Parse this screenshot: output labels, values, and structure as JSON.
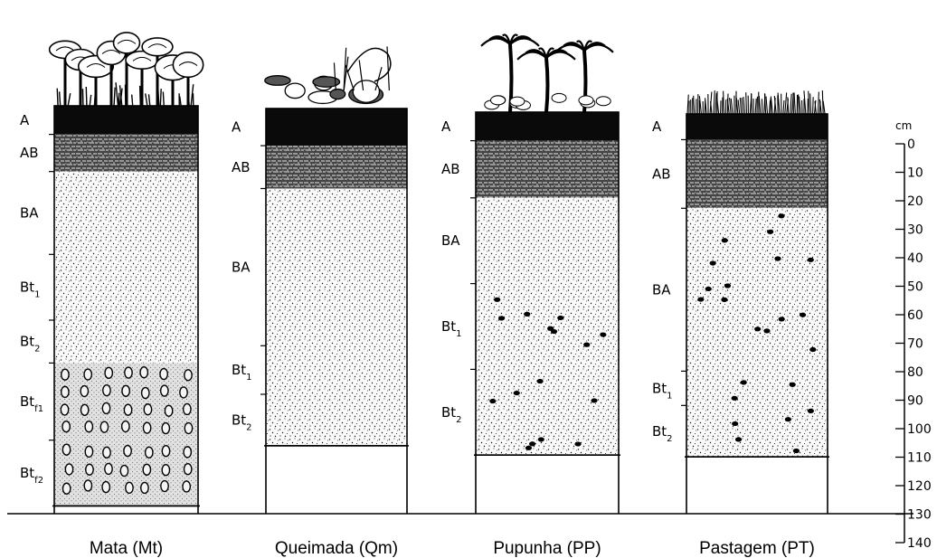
{
  "profiles": [
    {
      "id": "mt",
      "caption": "Mata (Mt)",
      "vegetation": "forest",
      "horizons": [
        {
          "base": "A",
          "sub": "",
          "from": 0,
          "to": 10,
          "fill": "black"
        },
        {
          "base": "AB",
          "sub": "",
          "from": 10,
          "to": 23,
          "fill": "hatch"
        },
        {
          "base": "BA",
          "sub": "",
          "from": 23,
          "to": 52,
          "fill": "stipple"
        },
        {
          "base": "Bt",
          "sub": "1",
          "from": 52,
          "to": 75,
          "fill": "stipple"
        },
        {
          "base": "Bt",
          "sub": "2",
          "from": 75,
          "to": 90,
          "fill": "stipple"
        },
        {
          "base": "Bt",
          "sub": "f1",
          "from": 90,
          "to": 117,
          "fill": "plinthite"
        },
        {
          "base": "Bt",
          "sub": "f2",
          "from": 117,
          "to": 140,
          "fill": "plinthite"
        }
      ],
      "depth": 140
    },
    {
      "id": "qm",
      "caption": "Queimada (Qm)",
      "vegetation": "burned",
      "horizons": [
        {
          "base": "A",
          "sub": "",
          "from": 0,
          "to": 13,
          "fill": "black"
        },
        {
          "base": "AB",
          "sub": "",
          "from": 13,
          "to": 28,
          "fill": "hatch"
        },
        {
          "base": "BA",
          "sub": "",
          "from": 28,
          "to": 83,
          "fill": "stipple"
        },
        {
          "base": "Bt",
          "sub": "1",
          "from": 83,
          "to": 100,
          "fill": "stipple"
        },
        {
          "base": "Bt",
          "sub": "2",
          "from": 100,
          "to": 118,
          "fill": "stipple"
        }
      ],
      "depth": 118
    },
    {
      "id": "pp",
      "caption": "Pupunha (PP)",
      "vegetation": "palm",
      "horizons": [
        {
          "base": "A",
          "sub": "",
          "from": 0,
          "to": 10,
          "fill": "black"
        },
        {
          "base": "AB",
          "sub": "",
          "from": 10,
          "to": 30,
          "fill": "hatch"
        },
        {
          "base": "BA",
          "sub": "",
          "from": 30,
          "to": 60,
          "fill": "stipple"
        },
        {
          "base": "Bt",
          "sub": "1",
          "from": 60,
          "to": 90,
          "fill": "mottled"
        },
        {
          "base": "Bt",
          "sub": "2",
          "from": 90,
          "to": 120,
          "fill": "mottled"
        }
      ],
      "depth": 120
    },
    {
      "id": "pt",
      "caption": "Pastagem (PT)",
      "vegetation": "grass",
      "horizons": [
        {
          "base": "A",
          "sub": "",
          "from": 0,
          "to": 9,
          "fill": "black"
        },
        {
          "base": "AB",
          "sub": "",
          "from": 9,
          "to": 33,
          "fill": "hatch"
        },
        {
          "base": "BA",
          "sub": "",
          "from": 33,
          "to": 90,
          "fill": "mottled"
        },
        {
          "base": "Bt",
          "sub": "1",
          "from": 90,
          "to": 102,
          "fill": "mottled"
        },
        {
          "base": "Bt",
          "sub": "2",
          "from": 102,
          "to": 120,
          "fill": "mottled"
        }
      ],
      "depth": 120
    }
  ],
  "scale": {
    "unit": "cm",
    "ticks": [
      0,
      10,
      20,
      30,
      40,
      50,
      60,
      70,
      80,
      90,
      100,
      110,
      120,
      130,
      140
    ]
  }
}
